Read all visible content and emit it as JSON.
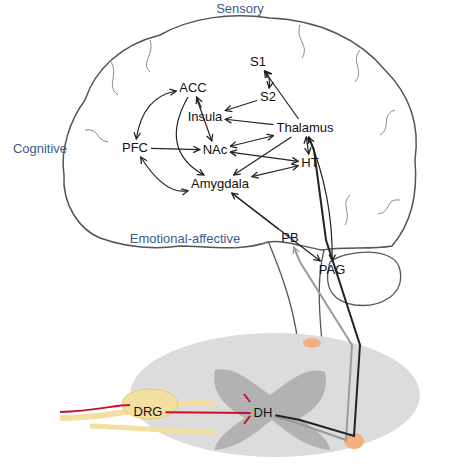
{
  "diagram": {
    "nodes": [
      {
        "text": [
          "S1"
        ]
      },
      {
        "text": [
          "ACC"
        ]
      },
      {
        "text": [
          "S2"
        ]
      },
      {
        "text": [
          "Insula"
        ]
      },
      {
        "text": [
          "Thalamus"
        ]
      },
      {
        "text": [
          "PFC"
        ]
      },
      {
        "text": [
          "NAc"
        ]
      },
      {
        "text": [
          "HT"
        ]
      },
      {
        "text": [
          "Amygdala"
        ]
      },
      {
        "text": [
          "PB"
        ]
      },
      {
        "text": [
          "PAG"
        ]
      },
      {
        "text": [
          "DRG"
        ]
      },
      {
        "text": [
          "DH"
        ]
      }
    ],
    "edges": [
      {
        "from": 2,
        "to": 0,
        "arrow": "both"
      },
      {
        "from": 4,
        "to": 0,
        "arrow": "to"
      },
      {
        "from": 2,
        "to": 3,
        "arrow": "to"
      },
      {
        "from": 4,
        "to": 3,
        "arrow": "to"
      },
      {
        "from": 3,
        "to": 1,
        "arrow": "to"
      },
      {
        "from": 1,
        "to": 5,
        "arrow": "both"
      },
      {
        "from": 5,
        "to": 6,
        "arrow": "to"
      },
      {
        "from": 1,
        "to": 6,
        "arrow": "to"
      },
      {
        "from": 5,
        "to": 8,
        "arrow": "both"
      },
      {
        "from": 1,
        "to": 8,
        "arrow": "to"
      },
      {
        "from": 6,
        "to": 4,
        "arrow": "both"
      },
      {
        "from": 4,
        "to": 7,
        "arrow": "both"
      },
      {
        "from": 6,
        "to": 7,
        "arrow": "both"
      },
      {
        "from": 8,
        "to": 7,
        "arrow": "both"
      },
      {
        "from": 4,
        "to": 8,
        "arrow": "to"
      },
      {
        "from": 9,
        "to": 8,
        "arrow": "to"
      },
      {
        "from": 8,
        "to": 10,
        "arrow": "to"
      },
      {
        "from": 4,
        "to": 10,
        "arrow": "to"
      },
      {
        "from": 11,
        "to": 12,
        "arrow": "none"
      },
      {
        "from": 12,
        "to": 9,
        "arrow": "to"
      },
      {
        "from": 12,
        "to": 4,
        "arrow": "to"
      }
    ],
    "labels": [
      "Sensory",
      "Cognitive",
      "Emotional-affective"
    ]
  }
}
